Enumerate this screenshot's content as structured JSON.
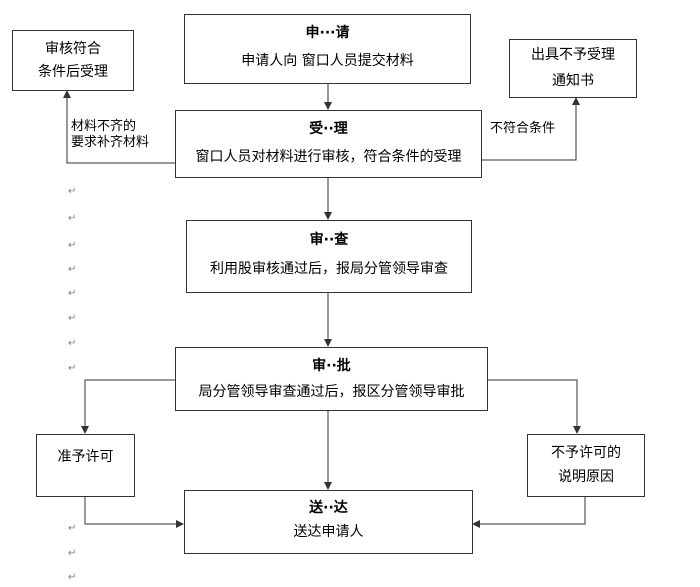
{
  "nodes": {
    "apply": {
      "title": "申···请",
      "desc": "申请人向 窗口人员提交材料"
    },
    "accept": {
      "title": "受··理",
      "desc": "窗口人员对材料进行审核，符合条件的受理"
    },
    "review": {
      "title": "审··查",
      "desc": "利用股审核通过后，报局分管领导审查"
    },
    "approve": {
      "title": "审··批",
      "desc": "局分管领导审查通过后，报区分管领导审批"
    },
    "deliver": {
      "title": "送··达",
      "desc": "送达申请人"
    },
    "left_top": {
      "line1": "审核符合",
      "line2": "条件后受理"
    },
    "right_top": {
      "line1": "出具不予受理",
      "line2": "通知书"
    },
    "permit": {
      "text": "准予许可"
    },
    "deny": {
      "line1": "不予许可的",
      "line2": "说明原因"
    }
  },
  "edge_labels": {
    "incomplete_line1": "材料不齐的",
    "incomplete_line2": "要求补齐材料",
    "not_qualified": "不符合条件"
  },
  "return_mark": "↵",
  "colors": {
    "line": "#333333",
    "mark": "#808080"
  }
}
